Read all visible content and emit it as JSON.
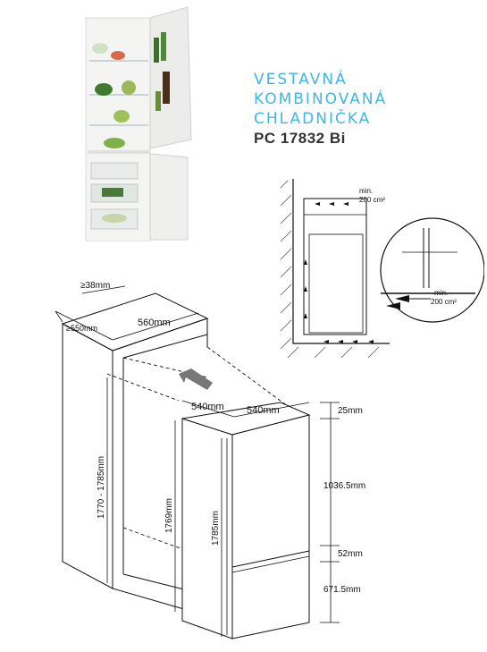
{
  "title": {
    "line1": "VESTAVNÁ",
    "line2": "KOMBINOVANÁ",
    "line3": "CHLADNIČKA",
    "model": "PC 17832 Bi"
  },
  "ventilation": {
    "top_label_1": "min.",
    "top_label_2": "200 cm²",
    "zoom_label_1": "min.",
    "zoom_label_2": "200 cm²"
  },
  "dimensions": {
    "gap_min": "≥38mm",
    "depth_min": "≥550mm",
    "niche_width": "560mm",
    "unit_depth": "540mm",
    "unit_width": "540mm",
    "niche_height": "1770 - 1785mm",
    "door_height": "1769mm",
    "unit_height": "1785mm",
    "top_gap": "25mm",
    "upper_door": "1036.5mm",
    "door_gap": "52mm",
    "lower_door": "671.5mm"
  },
  "colors": {
    "accent": "#3fb6e3",
    "line": "#111111"
  }
}
